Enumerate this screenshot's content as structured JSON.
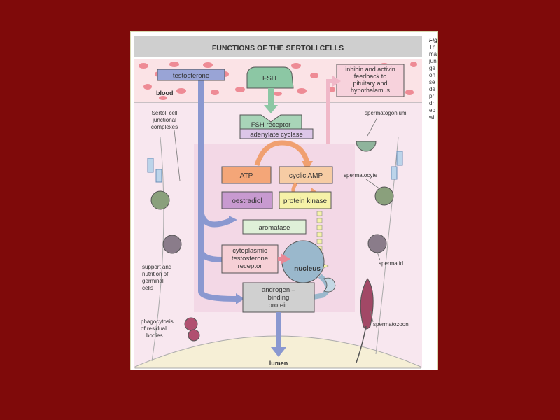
{
  "figure": {
    "title": "FUNCTIONS OF THE SERTOLI CELLS",
    "labels": {
      "testosterone": "testosterone",
      "blood": "blood",
      "fsh": "FSH",
      "inhibin_1": "inhibin and activin",
      "inhibin_2": "feedback to",
      "inhibin_3": "pituitary and",
      "inhibin_4": "hypothalamus",
      "junctional_1": "Sertoli cell",
      "junctional_2": "junctional",
      "junctional_3": "complexes",
      "fsh_receptor": "FSH receptor",
      "adenylate_cyclase": "adenylate cyclase",
      "spermatogonium": "spermatogonium",
      "atp": "ATP",
      "cyclic_amp": "cyclic AMP",
      "spermatocyte": "spermatocyte",
      "oestradiol": "oestradiol",
      "protein_kinase": "protein kinase",
      "aromatase": "aromatase",
      "cyto_1": "cytoplasmic",
      "cyto_2": "testosterone",
      "cyto_3": "receptor",
      "nucleus": "nucleus",
      "spermatid": "spermatid",
      "support_1": "support and",
      "support_2": "nutrition of",
      "support_3": "germinal",
      "support_4": "cells",
      "abp_1": "androgen –",
      "abp_2": "binding",
      "abp_3": "protein",
      "phago_1": "phagocytosis",
      "phago_2": "of residual",
      "phago_3": "bodies",
      "spermatozoon": "spermatozoon",
      "lumen": "lumen"
    },
    "side_text": [
      "Fig",
      "Th",
      "ma",
      "jun",
      "ge",
      "on",
      "se",
      "de",
      "pr",
      "dr",
      "ep",
      "wi"
    ]
  }
}
